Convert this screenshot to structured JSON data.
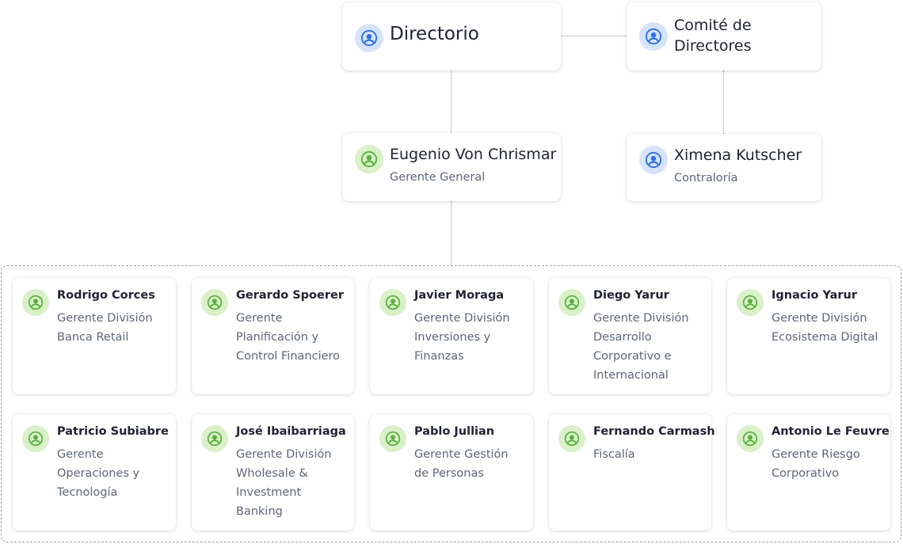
{
  "board": {
    "title": "Directorio"
  },
  "committee": {
    "title": "Comité de Directores"
  },
  "ceo": {
    "name": "Eugenio Von Chrismar",
    "role": "Gerente General"
  },
  "comptroller": {
    "name": "Ximena Kutscher",
    "role": "Contraloría"
  },
  "managers": [
    {
      "name": "Rodrigo Corces",
      "role": "Gerente División Banca Retail"
    },
    {
      "name": "Gerardo Spoerer",
      "role": "Gerente Planificación y Control Financiero"
    },
    {
      "name": "Javier Moraga",
      "role": "Gerente División Inversiones y Finanzas"
    },
    {
      "name": "Diego Yarur",
      "role": "Gerente División Desarrollo Corporativo e Internacional"
    },
    {
      "name": "Ignacio Yarur",
      "role": "Gerente División Ecosistema Digital"
    },
    {
      "name": "Patricio Subiabre",
      "role": "Gerente Operaciones y Tecnología"
    },
    {
      "name": "José Ibaibarriaga",
      "role": "Gerente División Wholesale & Investment Banking"
    },
    {
      "name": "Pablo Jullian",
      "role": "Gerente Gestión de Personas"
    },
    {
      "name": "Fernando Carmash",
      "role": "Fiscalía"
    },
    {
      "name": "Antonio Le Feuvre",
      "role": "Gerente Riesgo Corporativo"
    }
  ],
  "colors": {
    "board_icon": "#2b6fe6",
    "manager_icon": "#56b03a",
    "connector": "#8f95a0"
  },
  "icons": {
    "board": "user-circle-icon",
    "manager": "user-circle-icon"
  }
}
